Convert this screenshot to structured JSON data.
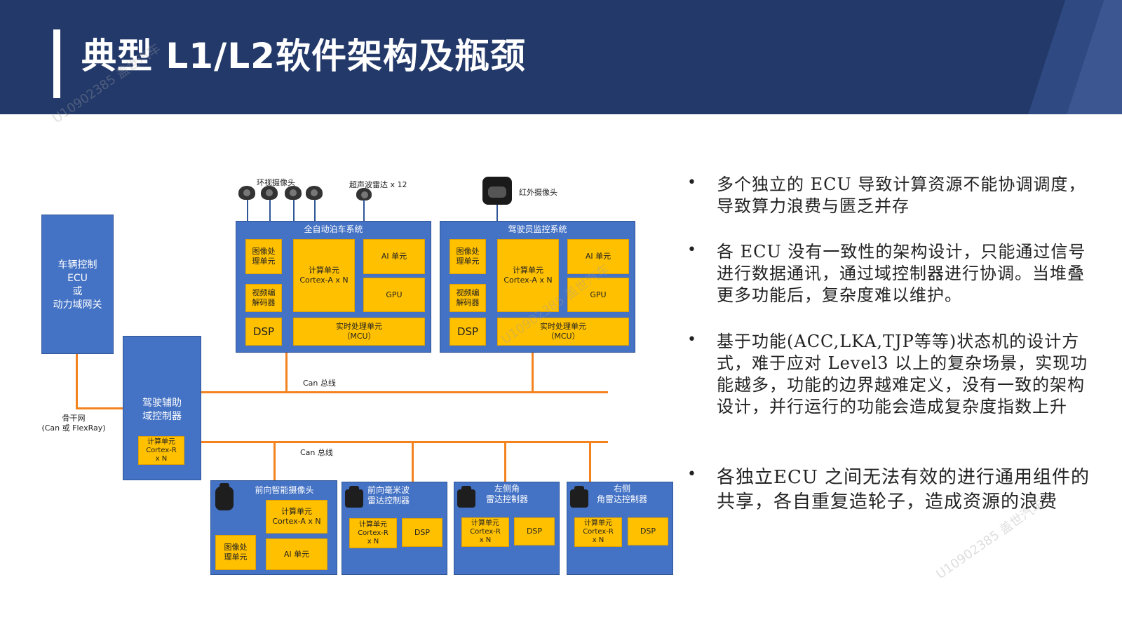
{
  "title": "典型 L1/L2软件架构及瓶颈",
  "sensors": {
    "surround_camera": "环视摄像头",
    "ultrasonic": "超声波雷达 x 12",
    "infrared_camera": "红外摄像头"
  },
  "vehicle_ecu": "车辆控制\nECU\n或\n动力域网关",
  "backbone": "骨干网\n(Can 或 FlexRay)",
  "adas_controller": {
    "label": "驾驶辅助\n域控制器",
    "cpu": "计算单元\nCortex-R\nx N"
  },
  "can_bus_top": "Can 总线",
  "can_bus_bottom": "Can 总线",
  "parking_system": {
    "title": "全自动泊车系统",
    "isp": "图像处\n理单元",
    "codec": "视频编\n解码器",
    "dsp": "DSP",
    "cpu": "计算单元\nCortex-A x N",
    "ai": "AI 单元",
    "gpu": "GPU",
    "mcu": "实时处理单元\n（MCU）"
  },
  "driver_monitor": {
    "title": "驾驶员监控系统",
    "isp": "图像处\n理单元",
    "codec": "视频编\n解码器",
    "dsp": "DSP",
    "cpu": "计算单元\nCortex-A x N",
    "ai": "AI 单元",
    "gpu": "GPU",
    "mcu": "实时处理单元\n（MCU）"
  },
  "front_camera": {
    "title": "前向智能摄像头",
    "cpu": "计算单元\nCortex-A x N",
    "isp": "图像处\n理单元",
    "ai": "AI 单元"
  },
  "front_radar": {
    "title": "前向毫米波\n雷达控制器",
    "cpu": "计算单元\nCortex-R\nx N",
    "dsp": "DSP"
  },
  "left_radar": {
    "title": "左侧角\n雷达控制器",
    "cpu": "计算单元\nCortex-R\nx N",
    "dsp": "DSP"
  },
  "right_radar": {
    "title": "右侧\n角雷达控制器",
    "cpu": "计算单元\nCortex-R\nx N",
    "dsp": "DSP"
  },
  "bullets": [
    "多个独立的 ECU 导致计算资源不能协调调度，导致算力浪费与匮乏并存",
    "各 ECU 没有一致性的架构设计，只能通过信号进行数据通讯，通过域控制器进行协调。当堆叠更多功能后，复杂度难以维护。",
    "基于功能(ACC,LKA,TJP等等)状态机的设计方式，难于应对 Level3 以上的复杂场景，实现功能越多，功能的边界越难定义，没有一致的架构设计，并行运行的功能会造成复杂度指数上升",
    "各独立ECU 之间无法有效的进行通用组件的共享，各自重复造轮子，造成资源的浪费"
  ],
  "watermarks": [
    "U10902385 盖世汽车",
    "U10902385 盖世汽车",
    "U10902385 盖世汽车"
  ],
  "colors": {
    "header": "#23396a",
    "block": "#4472c4",
    "cell": "#ffc000",
    "bus": "#f4831f"
  }
}
